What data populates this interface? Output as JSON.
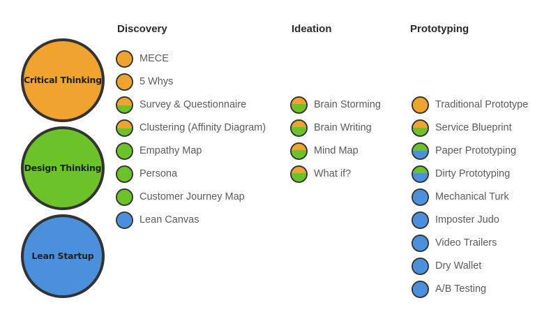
{
  "palette": {
    "orange": "#F0A32E",
    "green": "#6CC229",
    "blue": "#4A90DD",
    "outline": "#333333",
    "label_text": "#5c5c5c",
    "header_text": "#2b2b2b",
    "background": "#ffffff"
  },
  "categories": [
    {
      "label": "Critical Thinking",
      "color": "#F0A32E"
    },
    {
      "label": "Design Thinking",
      "color": "#6CC229"
    },
    {
      "label": "Lean Startup",
      "color": "#4A90DD"
    }
  ],
  "columns": [
    {
      "header": "Discovery",
      "items": [
        {
          "label": "MECE",
          "top": "#F0A32E",
          "bottom": "#F0A32E",
          "split": 100
        },
        {
          "label": "5 Whys",
          "top": "#F0A32E",
          "bottom": "#F0A32E",
          "split": 100
        },
        {
          "label": "Survey & Questionnaire",
          "top": "#F0A32E",
          "bottom": "#6CC229",
          "split": 50
        },
        {
          "label": "Clustering (Affinity Diagram)",
          "top": "#F0A32E",
          "bottom": "#6CC229",
          "split": 50
        },
        {
          "label": "Empathy Map",
          "top": "#6CC229",
          "bottom": "#6CC229",
          "split": 100
        },
        {
          "label": "Persona",
          "top": "#6CC229",
          "bottom": "#6CC229",
          "split": 100
        },
        {
          "label": "Customer Journey Map",
          "top": "#6CC229",
          "bottom": "#6CC229",
          "split": 100
        },
        {
          "label": "Lean Canvas",
          "top": "#4A90DD",
          "bottom": "#4A90DD",
          "split": 100
        }
      ]
    },
    {
      "header": "Ideation",
      "items": [
        {
          "label": "Brain Storming",
          "top": "#F0A32E",
          "bottom": "#6CC229",
          "split": 45
        },
        {
          "label": "Brain Writing",
          "top": "#F0A32E",
          "bottom": "#6CC229",
          "split": 45
        },
        {
          "label": "Mind Map",
          "top": "#F0A32E",
          "bottom": "#6CC229",
          "split": 45
        },
        {
          "label": "What if?",
          "top": "#F0A32E",
          "bottom": "#6CC229",
          "split": 45
        }
      ]
    },
    {
      "header": "Prototyping",
      "items": [
        {
          "label": "Traditional Prototype",
          "top": "#F0A32E",
          "bottom": "#F0A32E",
          "split": 100
        },
        {
          "label": "Service Blueprint",
          "top": "#F0A32E",
          "bottom": "#6CC229",
          "split": 48
        },
        {
          "label": "Paper Prototyping",
          "top": "#6CC229",
          "bottom": "#4A90DD",
          "split": 48
        },
        {
          "label": "Dirty Prototyping",
          "top": "#6CC229",
          "bottom": "#4A90DD",
          "split": 42
        },
        {
          "label": "Mechanical Turk",
          "top": "#4A90DD",
          "bottom": "#4A90DD",
          "split": 100
        },
        {
          "label": "Imposter Judo",
          "top": "#4A90DD",
          "bottom": "#4A90DD",
          "split": 100
        },
        {
          "label": "Video Trailers",
          "top": "#4A90DD",
          "bottom": "#4A90DD",
          "split": 100
        },
        {
          "label": "Dry Wallet",
          "top": "#4A90DD",
          "bottom": "#4A90DD",
          "split": 100
        },
        {
          "label": "A/B Testing",
          "top": "#4A90DD",
          "bottom": "#4A90DD",
          "split": 100
        }
      ]
    }
  ]
}
